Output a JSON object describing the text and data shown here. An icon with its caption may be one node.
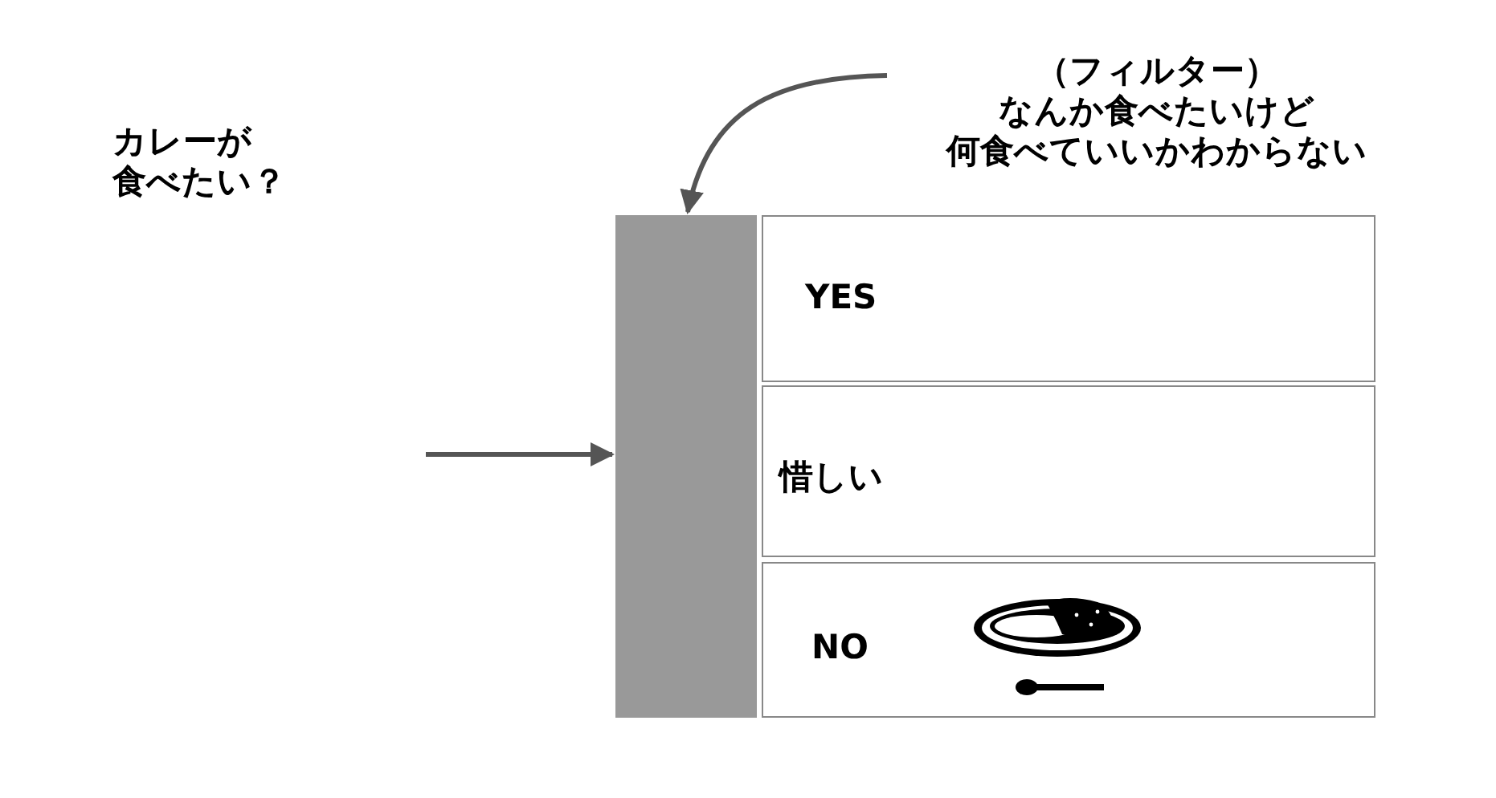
{
  "diagram": {
    "nodes": [
      {
        "text": [
          "（フィルター）",
          "なんか食べたいけど何食べていいかわからない"
        ]
      },
      {
        "text": [],
        "shape": "bar"
      },
      {
        "text": [
          "YES"
        ]
      },
      {
        "text": [
          "惜しい"
        ]
      },
      {
        "text": [
          "NO"
        ]
      }
    ],
    "edges": [
      {
        "from": 0,
        "to": 1,
        "arrow": "to"
      },
      {
        "from": null,
        "to": 1,
        "arrow": "to"
      }
    ],
    "labels": [
      "カレーが食べたい？"
    ]
  }
}
